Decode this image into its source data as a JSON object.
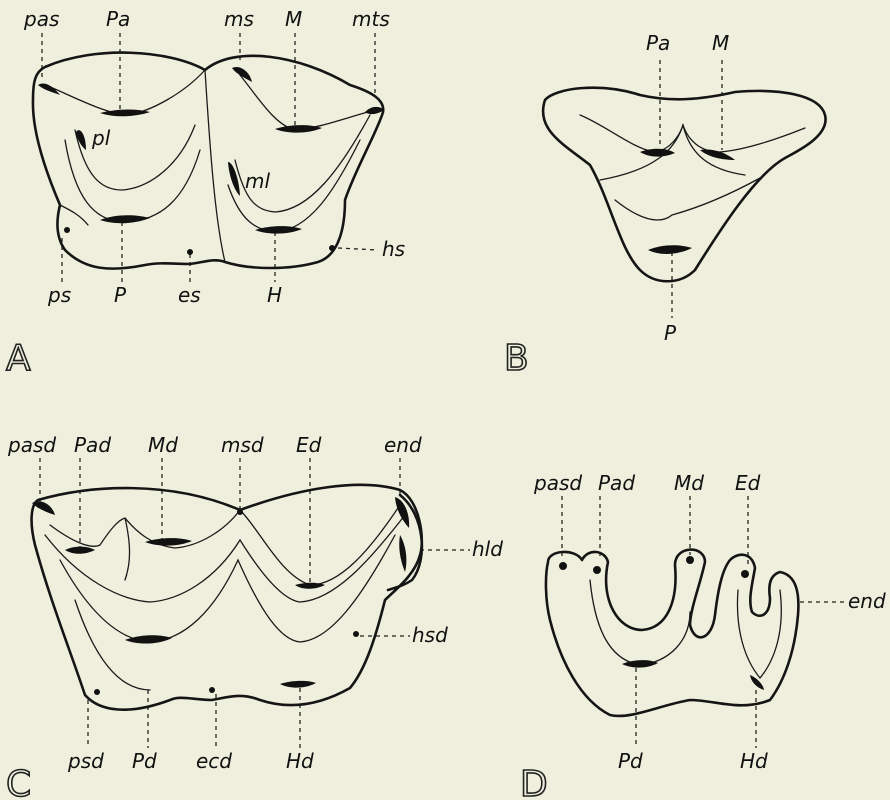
{
  "panels": {
    "A": {
      "letter": "A",
      "labels": {
        "pas": "pas",
        "Pa": "Pa",
        "ms": "ms",
        "M": "M",
        "mts": "mts",
        "pl": "pl",
        "ml": "ml",
        "hs": "hs",
        "ps": "ps",
        "P": "P",
        "es": "es",
        "H": "H"
      }
    },
    "B": {
      "letter": "B",
      "labels": {
        "Pa": "Pa",
        "M": "M",
        "P": "P"
      }
    },
    "C": {
      "letter": "C",
      "labels": {
        "pasd": "pasd",
        "Pad": "Pad",
        "Md": "Md",
        "msd": "msd",
        "Ed": "Ed",
        "end": "end",
        "hld": "hld",
        "hsd": "hsd",
        "psd": "psd",
        "Pd": "Pd",
        "ecd": "ecd",
        "Hd": "Hd"
      }
    },
    "D": {
      "letter": "D",
      "labels": {
        "pasd": "pasd",
        "Pad": "Pad",
        "Md": "Md",
        "Ed": "Ed",
        "end": "end",
        "Pd": "Pd",
        "Hd": "Hd"
      }
    }
  }
}
